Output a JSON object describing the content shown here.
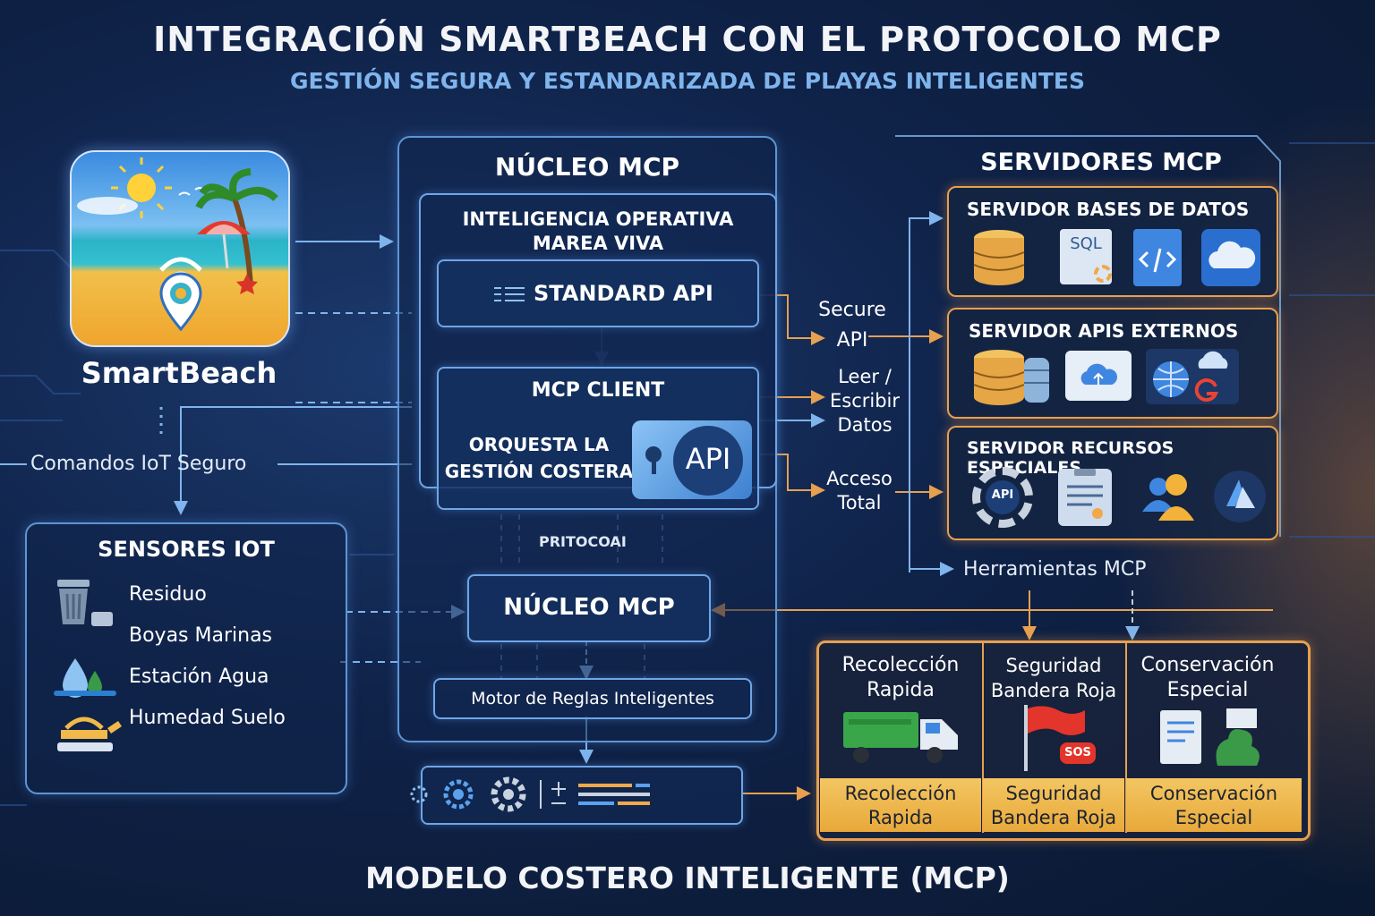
{
  "title": "INTEGRACIÓN SMARTBEACH CON EL PROTOCOLO MCP",
  "subtitle": "GESTIÓN SEGURA Y ESTANDARIZADA DE PLAYAS INTELIGENTES",
  "footer": "MODELO COSTERO INTELIGENTE (MCP)",
  "app": {
    "name": "SmartBeach"
  },
  "iot_command": "Comandos IoT Seguro",
  "sensors": {
    "title": "SENSORES IOT",
    "items": [
      "Residuo",
      "Boyas Marinas",
      "Estación Agua",
      "Humedad Suelo"
    ]
  },
  "core": {
    "title": "NÚCLEO MCP",
    "operative_title": "INTELIGENCIA OPERATIVA\nMAREA VIVA",
    "standard_api": "STANDARD API",
    "mcp_client": "MCP CLIENT",
    "orchestrate": "ORQUESTA LA\nGESTIÓN COSTERA",
    "api_badge": "API",
    "protocol": "PRITOCOAI",
    "nucleus": "NÚCLEO MCP",
    "rules_engine": "Motor de Reglas Inteligentes"
  },
  "links": {
    "secure_api": "Secure\nAPI",
    "read_write": "Leer /\nEscribir\nDatos",
    "full_access": "Acceso\nTotal",
    "tools": "Herramientas MCP"
  },
  "servers": {
    "title": "SERVIDORES MCP",
    "db": {
      "title": "SERVIDOR BASES DE DATOS",
      "icons": [
        "database-icon",
        "sql-gear-icon",
        "code-file-icon",
        "cloud-icon"
      ],
      "sql_label": "SQL"
    },
    "apis": {
      "title": "SERVIDOR APIS EXTERNOS",
      "icons": [
        "database-stack-icon",
        "cloud-folder-icon",
        "globe-cloud-icon"
      ]
    },
    "special": {
      "title": "SERVIDOR RECURSOS ESPECIALES",
      "icons": [
        "api-gear-icon",
        "document-icon",
        "users-icon",
        "azure-icon"
      ],
      "api_label": "API"
    }
  },
  "actions": [
    {
      "title": "Recolección\nRapida",
      "icon": "garbage-truck-icon",
      "label": "Recolección\nRapida"
    },
    {
      "title": "Seguridad\nBandera Roja",
      "icon": "red-flag-sos-icon",
      "badge": "SOS",
      "label": "Seguridad\nBandera Roja"
    },
    {
      "title": "Conservación\nEspecial",
      "icon": "document-plant-icon",
      "label": "Conservación\nEspecial"
    }
  ],
  "toolbar_icons": [
    "settings-small-icon",
    "gear-icon",
    "gear-large-icon",
    "plus-minus-icon",
    "progress-bars-icon"
  ],
  "colors": {
    "accent_blue": "#6ea6e6",
    "accent_orange": "#e7a04f",
    "background": "#0f2248",
    "subtitle": "#7fb4ec"
  }
}
